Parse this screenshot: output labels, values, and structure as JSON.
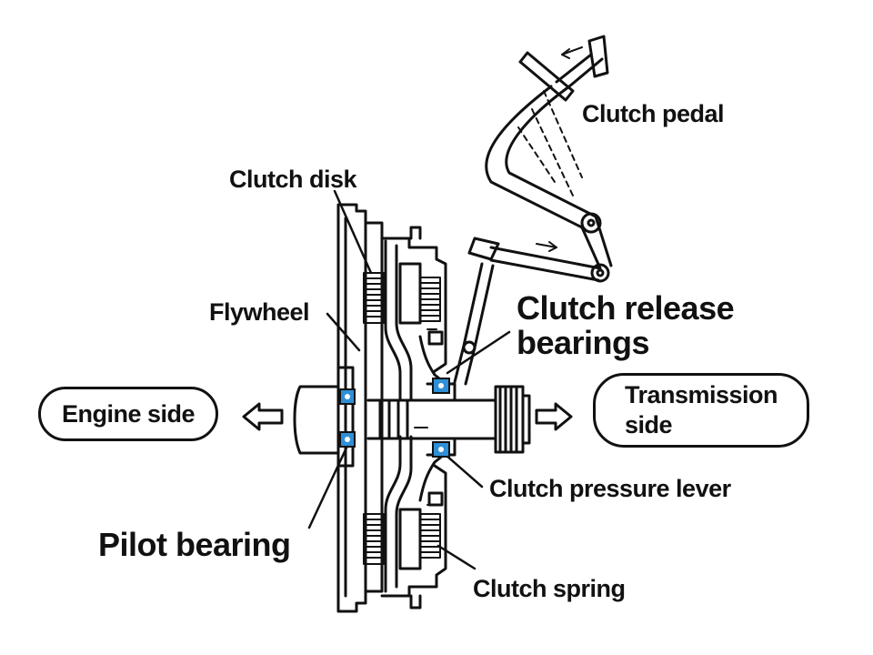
{
  "labels": {
    "clutch_pedal": "Clutch pedal",
    "clutch_disk": "Clutch disk",
    "flywheel": "Flywheel",
    "clutch_release_line1": "Clutch release",
    "clutch_release_line2": "bearings",
    "engine_side": "Engine side",
    "transmission_line1": "Transmission",
    "transmission_line2": "side",
    "pilot_bearing": "Pilot bearing",
    "clutch_pressure_lever": "Clutch pressure lever",
    "clutch_spring": "Clutch spring"
  },
  "colors": {
    "ink": "#111111",
    "bearing": "#2f8fd6",
    "background": "#ffffff"
  }
}
